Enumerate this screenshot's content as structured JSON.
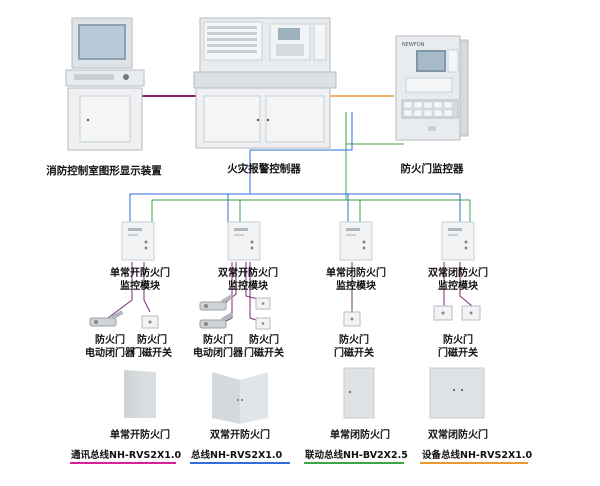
{
  "devices": {
    "graphic_display": "消防控制室图形显示装置",
    "fire_alarm_controller": "火灾报警控制器",
    "fire_door_monitor": "防火门监控器",
    "fire_door_monitor_brand": "NEWFON"
  },
  "modules": [
    {
      "line1": "单常开防火门",
      "line2": "监控模块"
    },
    {
      "line1": "双常开防火门",
      "line2": "监控模块"
    },
    {
      "line1": "单常闭防火门",
      "line2": "监控模块"
    },
    {
      "line1": "双常闭防火门",
      "line2": "监控模块"
    }
  ],
  "field_devices": {
    "closer_line1": "防火门",
    "closer_line2": "电动闭门器",
    "switch_line1": "防火门",
    "switch_line2": "门磁开关"
  },
  "doors": [
    {
      "label": "单常开防火门"
    },
    {
      "label": "双常开防火门"
    },
    {
      "label": "单常闭防火门"
    },
    {
      "label": "双常闭防火门"
    }
  ],
  "legend": [
    {
      "label": "通讯总线NH-RVS2X1.0",
      "color": "#d4229a"
    },
    {
      "label": "总线NH-RVS2X1.0",
      "color": "#2f6fd6"
    },
    {
      "label": "联动总线NH-BV2X2.5",
      "color": "#3aa64a"
    },
    {
      "label": "设备总线NH-RVS2X1.0",
      "color": "#e89a2e"
    }
  ],
  "colors": {
    "comm_bus": "#8e1d63",
    "bus": "#2f6fd6",
    "linkage_bus": "#3aa64a",
    "device_bus": "#e89a2e",
    "cabinet": "#e9ecee",
    "cabinet_edge": "#b6bcc1"
  }
}
